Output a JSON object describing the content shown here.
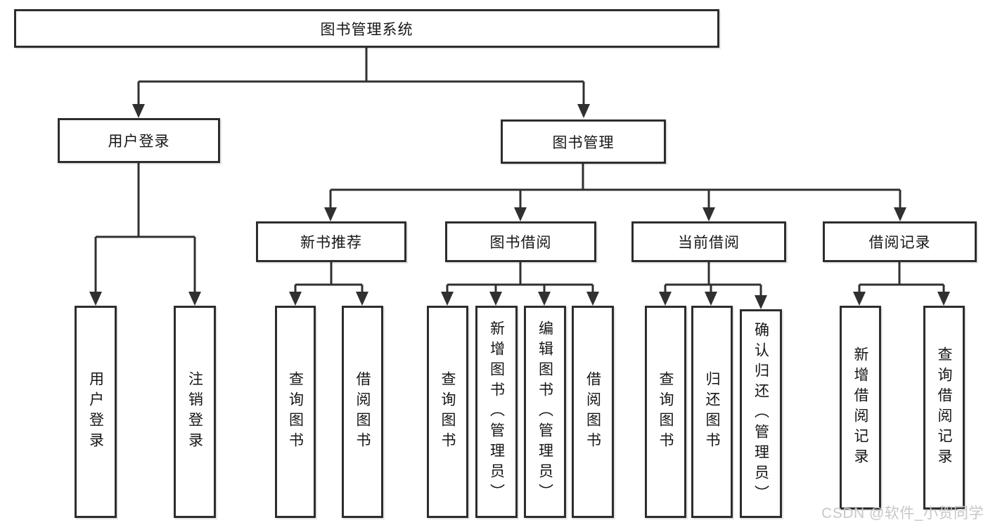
{
  "tree": {
    "label": "图书管理系统",
    "children": [
      {
        "label": "用户登录",
        "children": [
          {
            "label": "用户登录"
          },
          {
            "label": "注销登录"
          }
        ]
      },
      {
        "label": "图书管理",
        "children": [
          {
            "label": "新书推荐",
            "children": [
              {
                "label": "查询图书"
              },
              {
                "label": "借阅图书"
              }
            ]
          },
          {
            "label": "图书借阅",
            "children": [
              {
                "label": "查询图书"
              },
              {
                "label": "新增图书（管理员）"
              },
              {
                "label": "编辑图书（管理员）"
              },
              {
                "label": "借阅图书"
              }
            ]
          },
          {
            "label": "当前借阅",
            "children": [
              {
                "label": "查询图书"
              },
              {
                "label": "归还图书"
              },
              {
                "label": "确认归还（管理员）"
              }
            ]
          },
          {
            "label": "借阅记录",
            "children": [
              {
                "label": "新增借阅记录"
              },
              {
                "label": "查询借阅记录"
              }
            ]
          }
        ]
      }
    ]
  },
  "watermark": {
    "text": "CSDN @软件_小贺同学"
  },
  "colors": {
    "line": "#303030",
    "box_border": "#2d2d2d",
    "text": "#161616",
    "watermark": "#c7c7c7",
    "background": "#ffffff"
  }
}
